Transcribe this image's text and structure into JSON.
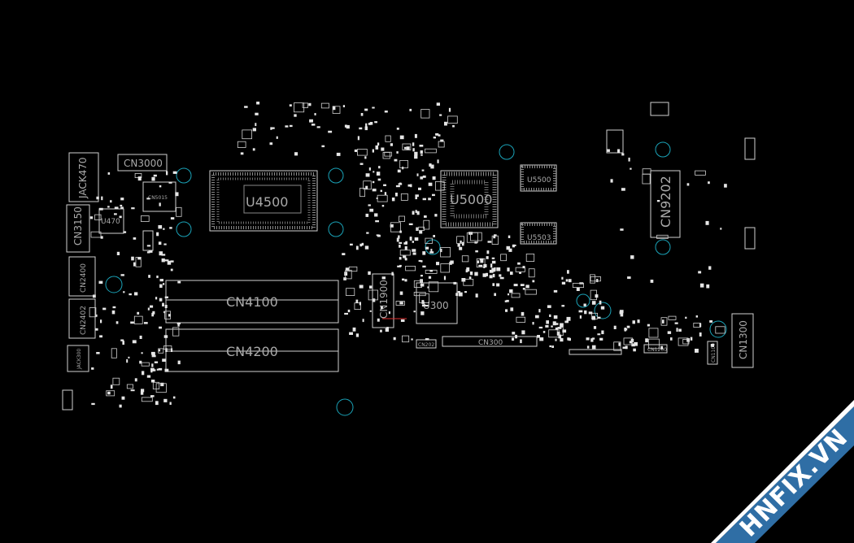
{
  "components": {
    "u4500": "U4500",
    "u5000": "U5000",
    "u5500": "U5500",
    "u5503": "U5503",
    "u470": "U470",
    "u300": "U300",
    "cn3000": "CN3000",
    "cn9202": "CN9202",
    "cn3150": "CN3150",
    "jack470": "JACK470",
    "cn2400": "CN2400",
    "cn2402": "CN2402",
    "cn4100": "CN4100",
    "cn4200": "CN4200",
    "cn1900": "CN1900",
    "cn300": "CN300",
    "cn1300": "CN1300",
    "cn5015": "CN5015",
    "cn202": "CN202",
    "cn1200": "CN1200",
    "cn1100": "CN1100",
    "jack300": "JACK300"
  },
  "watermark": {
    "text": "HNFIX.VN",
    "band_color": "#2f6ea5",
    "edge_color": "#ffffff"
  },
  "colors": {
    "background": "#000000",
    "silkscreen": "#cfcfcf",
    "mounting_hole": "#1aa3b8",
    "accent_red": "#e03030"
  }
}
